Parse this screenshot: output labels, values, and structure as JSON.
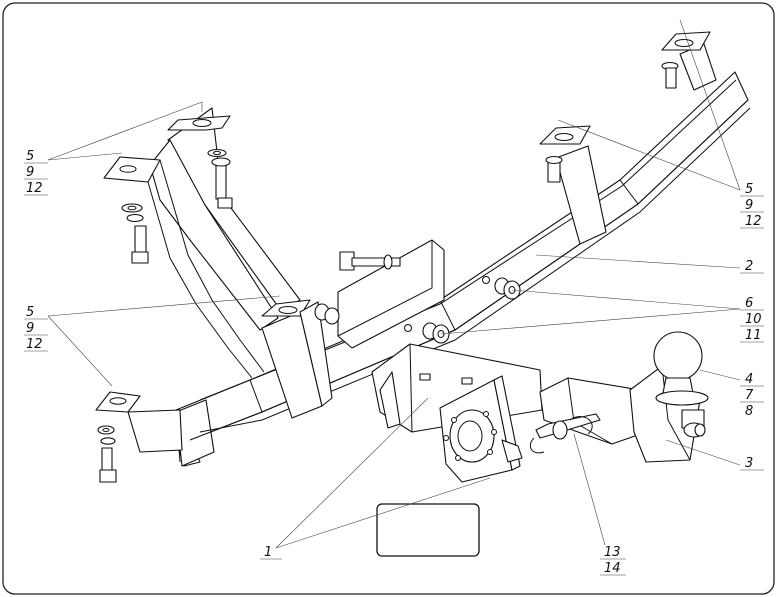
{
  "callouts": {
    "top_left": [
      "5",
      "9",
      "12"
    ],
    "top_right": [
      "5",
      "9",
      "12"
    ],
    "mid_left": [
      "5",
      "9",
      "12"
    ],
    "beam": "2",
    "bolts_right": [
      "6",
      "10",
      "11"
    ],
    "ball": [
      "4",
      "7",
      "8"
    ],
    "insert": "3",
    "bracket": "1",
    "pin": [
      "13",
      "14"
    ]
  },
  "stamp_box": ""
}
